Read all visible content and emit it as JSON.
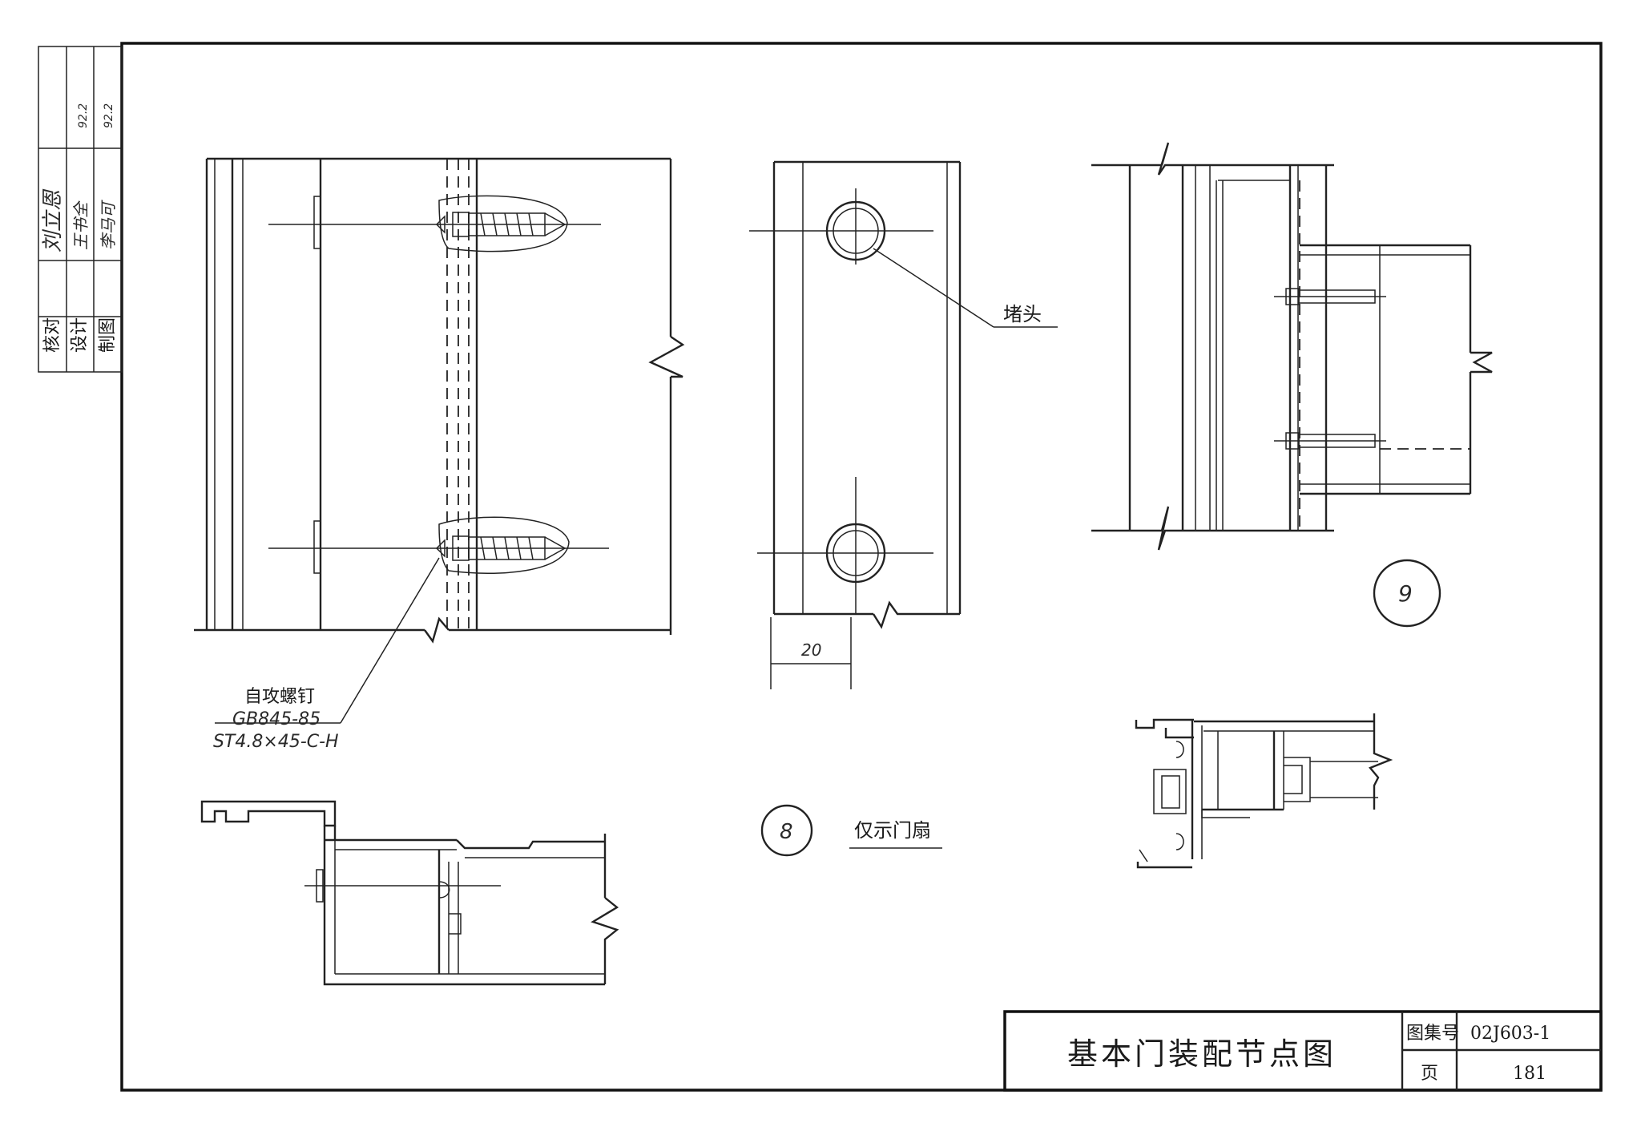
{
  "sheet": {
    "title": "基本门装配节点图",
    "atlas_label": "图集号",
    "atlas_number": "02J603-1",
    "page_label": "页",
    "page_number": "181"
  },
  "approval_block": {
    "rows": [
      {
        "role": "核对",
        "signature": "刘立恩",
        "date": "92.2"
      },
      {
        "role": "设计",
        "signature": "王书全",
        "date": "92.2"
      },
      {
        "role": "制图",
        "signature": "李马可",
        "date": ""
      }
    ]
  },
  "detail_8": {
    "number": "8",
    "caption": "仅示门扇",
    "screw_label": "自攻螺钉",
    "screw_standard": "GB845-85",
    "screw_spec": "ST4.8×45-C-H",
    "plug_label": "堵头",
    "dimension": "20"
  },
  "detail_9": {
    "number": "9"
  }
}
